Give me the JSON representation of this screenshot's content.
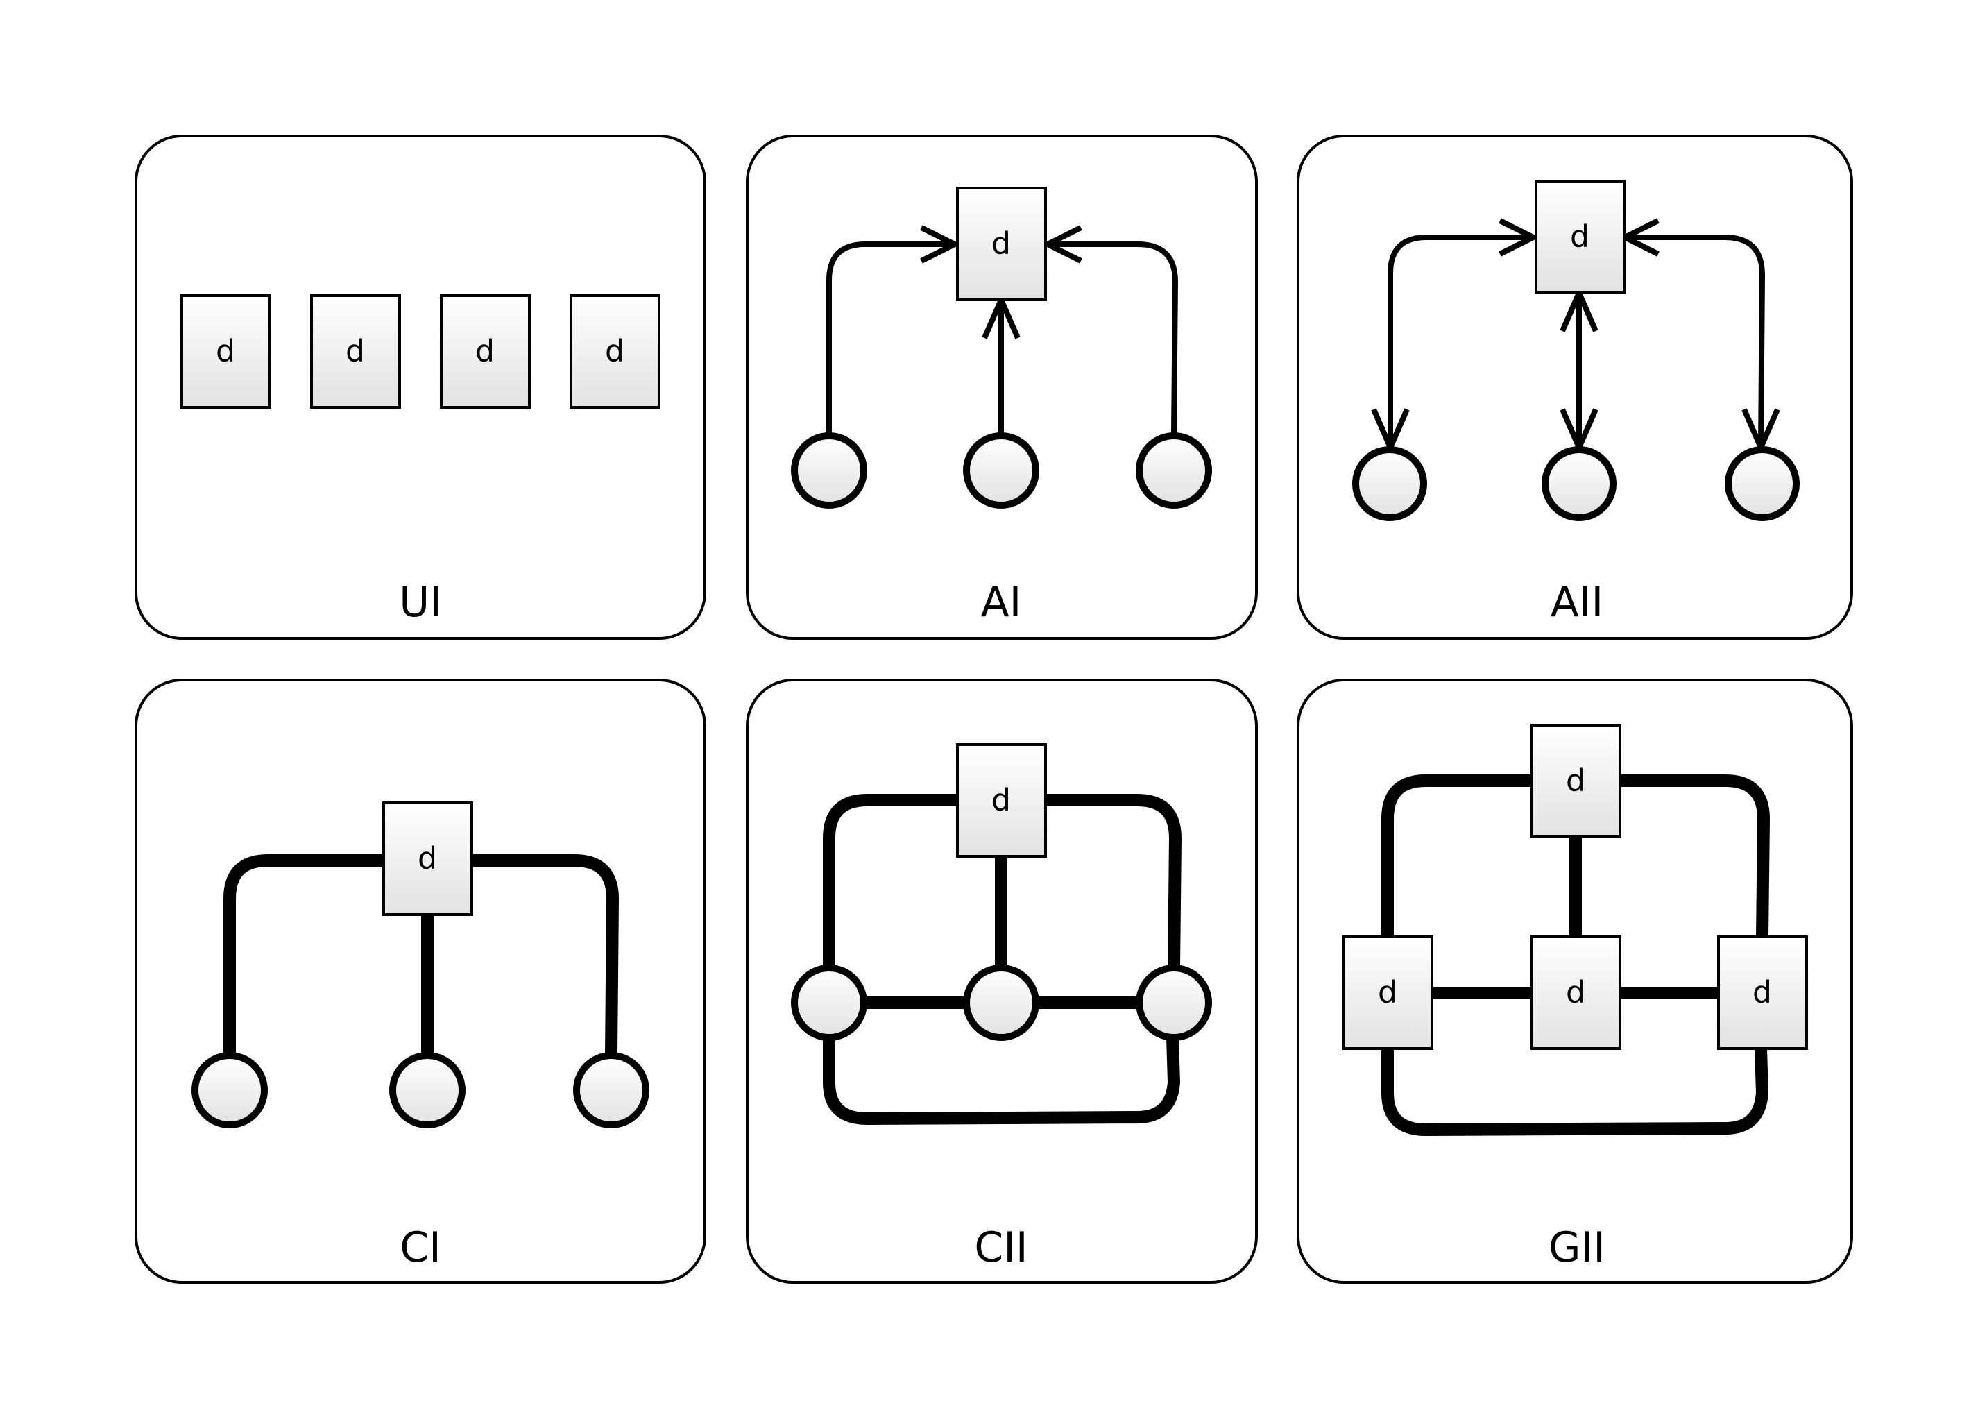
{
  "box_letter": "d",
  "panels": {
    "ui": {
      "label": "UI"
    },
    "ai": {
      "label": "AI"
    },
    "aii": {
      "label": "AII"
    },
    "ci": {
      "label": "CI"
    },
    "cii": {
      "label": "CII"
    },
    "gii": {
      "label": "GII"
    }
  }
}
